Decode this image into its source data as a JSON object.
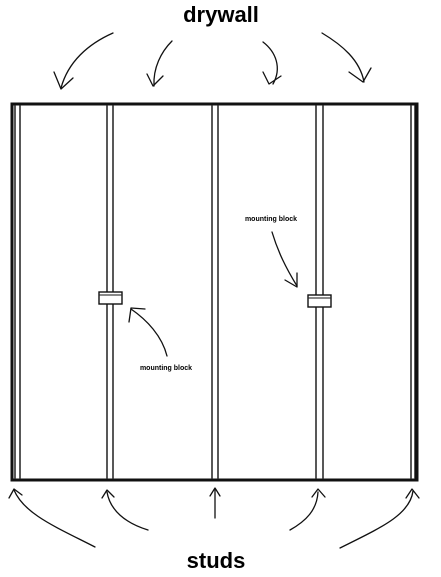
{
  "labels": {
    "top": "drywall",
    "bottom": "studs",
    "block_left": "mounting block",
    "block_right": "mounting block"
  },
  "icons": {
    "arrow": "hand-drawn-arrow-icon",
    "block": "mounting-block-icon"
  },
  "colors": {
    "ink": "#111111",
    "background": "#ffffff"
  }
}
